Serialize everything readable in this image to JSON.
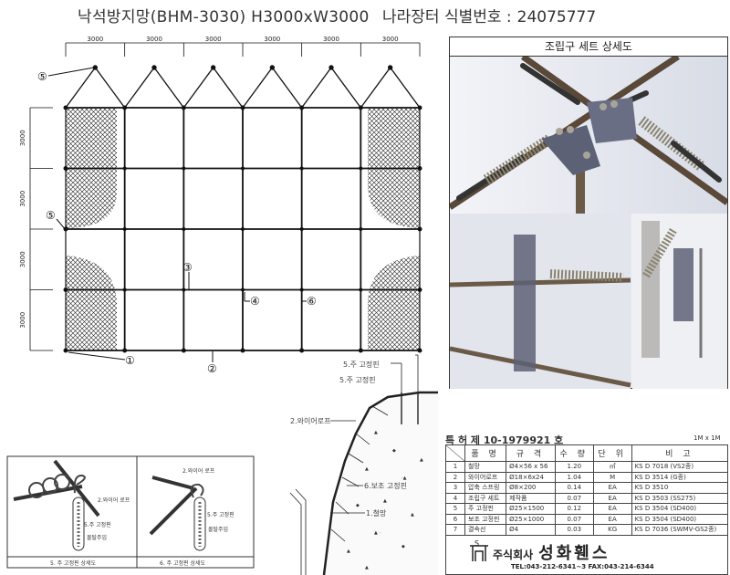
{
  "header": {
    "title": "낙석방지망(BHM-3030) H3000xW3000",
    "ident_label": "나라장터 식별번호 :",
    "ident_number": "24075777"
  },
  "drawing": {
    "columns": 6,
    "rows": 4,
    "col_dim_label": "3000",
    "row_dim_label": "3000",
    "callouts": {
      "c1": "①",
      "c2": "②",
      "c3": "③",
      "c4": "④",
      "c5a": "⑤",
      "c5b": "⑤",
      "c6": "⑥"
    }
  },
  "render_panel": {
    "title": "조립구 세트  상세도"
  },
  "section": {
    "main_pin_1": "5.주 고정핀",
    "main_pin_2": "5.주 고정핀",
    "wire_rope": "2.와이어로프",
    "aux_pin": "6.보조 고정핀",
    "mesh": "1.철망"
  },
  "detail5": {
    "wire_rope": "2.와이어 로프",
    "main_pin": "5.주 고정핀",
    "grout": "몰탈주입",
    "caption": "5. 주 고정핀 상세도"
  },
  "detail6": {
    "wire_rope": "2.와이어 로프",
    "main_pin": "5.주 고정핀",
    "grout": "몰탈주입",
    "caption": "6. 주 고정핀 상세도"
  },
  "spec_table": {
    "patent": "특 허  제 10-1979921 호",
    "scale": "1M x 1M",
    "headers": [
      "품 명",
      "규 격",
      "수 량",
      "단 위",
      "비 고"
    ],
    "rows": [
      [
        "1",
        "철망",
        "Ø4×56 x 56",
        "1.20",
        "㎡",
        "KS D 7018 (VS2종)"
      ],
      [
        "2",
        "와이어로프",
        "Ø18×6x24",
        "1.04",
        "M",
        "KS D 3514 (G종)"
      ],
      [
        "3",
        "압축 스프링",
        "Ø8×200",
        "0.14",
        "EA",
        "KS D 3510"
      ],
      [
        "4",
        "조립구 세트",
        "제작품",
        "0.07",
        "EA",
        "KS D 3503 (SS275)"
      ],
      [
        "5",
        "주 고정핀",
        "Ø25×1500",
        "0.12",
        "EA",
        "KS D 3504 (SD400)"
      ],
      [
        "6",
        "보조 고정핀",
        "Ø25×1000",
        "0.07",
        "EA",
        "KS D 3504 (SD400)"
      ],
      [
        "7",
        "결속선",
        "Ø4",
        "0.03",
        "KG",
        "KS D 7036 (SWMV-GS2종)"
      ]
    ],
    "company_prefix": "주식회사",
    "company_name": "성화휀스",
    "contact": "TEL:043-212-6341~3  FAX:043-214-6344"
  }
}
